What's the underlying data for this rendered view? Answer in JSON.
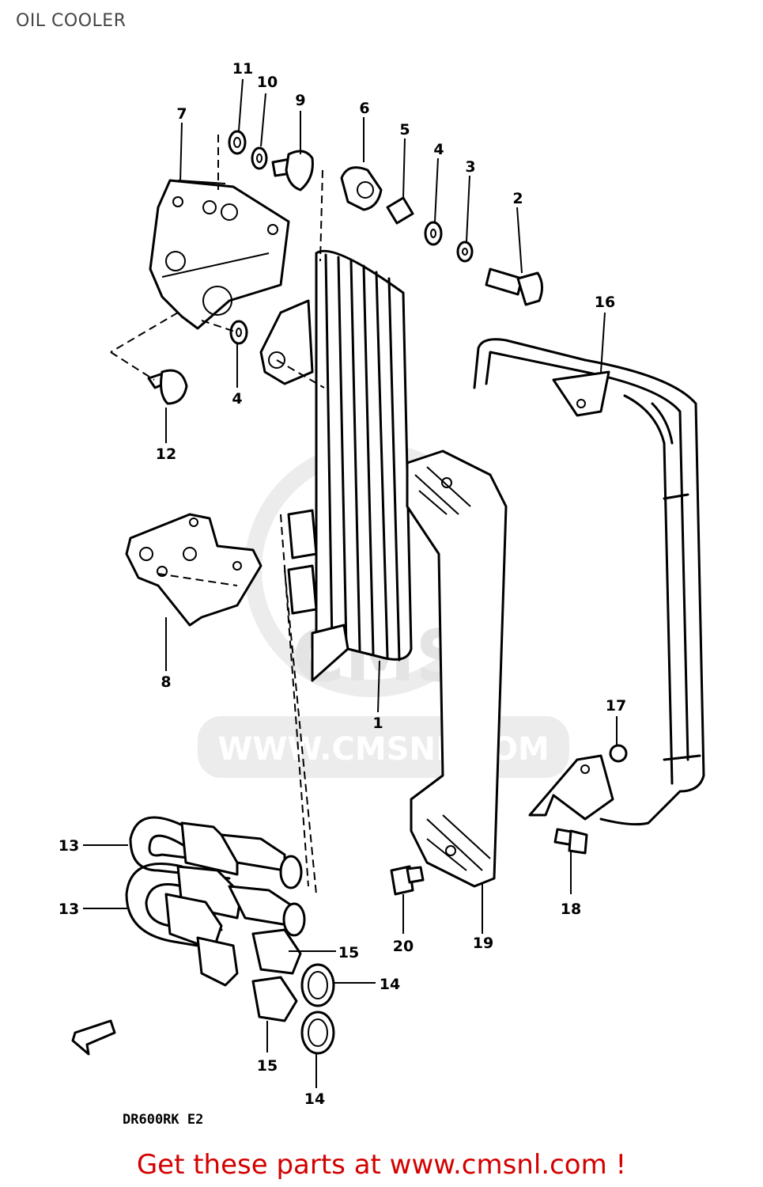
{
  "page": {
    "title": "OIL COOLER"
  },
  "diagram": {
    "model_code": "DR600RK E2",
    "watermark": "WWW.CMSNL.COM",
    "watermark_logo": "CMS",
    "callouts": {
      "c1": "1",
      "c2": "2",
      "c3": "3",
      "c4a": "4",
      "c4b": "4",
      "c5": "5",
      "c6": "6",
      "c7": "7",
      "c8": "8",
      "c9": "9",
      "c10": "10",
      "c11": "11",
      "c12": "12",
      "c13a": "13",
      "c13b": "13",
      "c14a": "14",
      "c14b": "14",
      "c15a": "15",
      "c15b": "15",
      "c16": "16",
      "c17": "17",
      "c18": "18",
      "c19": "19",
      "c20": "20"
    }
  },
  "footer": {
    "text": "Get these parts at www.cmsnl.com !"
  }
}
